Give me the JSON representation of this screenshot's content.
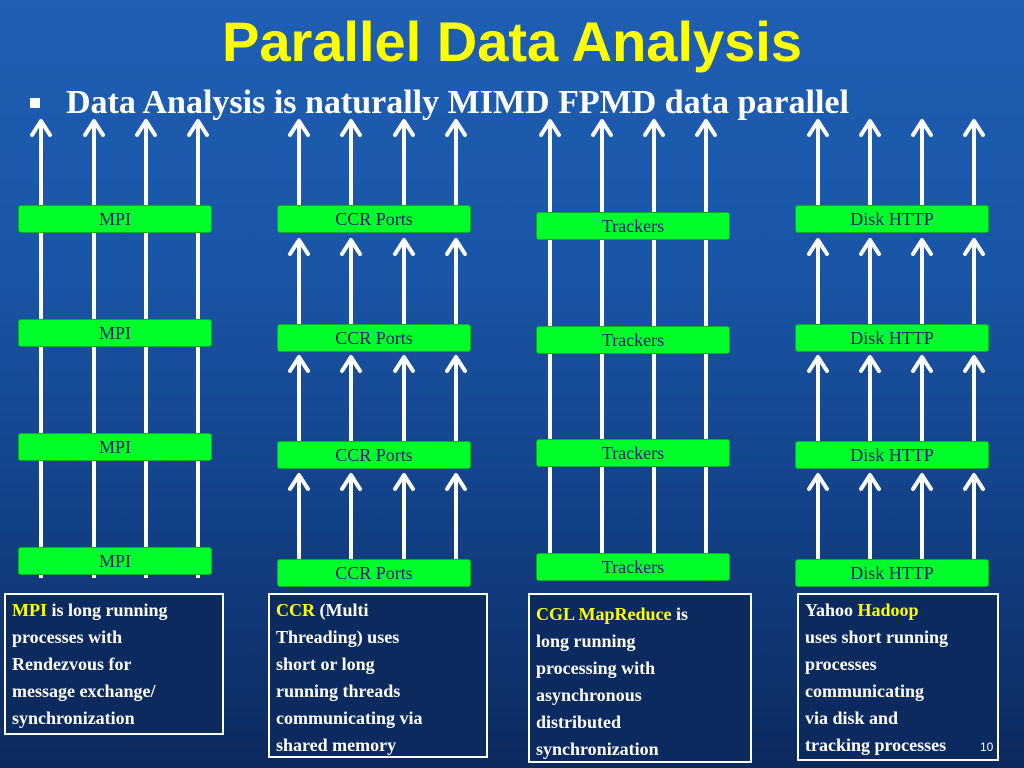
{
  "title": "Parallel Data Analysis",
  "bullet": "Data Analysis is naturally MIMD FPMD data parallel",
  "columns": [
    {
      "box_label": "MPI",
      "boxes": [
        "MPI",
        "MPI",
        "MPI",
        "MPI"
      ],
      "desc_highlight": "MPI",
      "desc_rest": " is long running\nprocesses with\nRendezvous  for\nmessage exchange/\nsynchronization"
    },
    {
      "box_label": "CCR Ports",
      "boxes": [
        "CCR Ports",
        "CCR Ports",
        "CCR Ports",
        "CCR Ports"
      ],
      "desc_highlight": "CCR",
      "desc_rest": " (Multi\nThreading) uses\nshort or long\nrunning threads\ncommunicating via\nshared memory"
    },
    {
      "box_label": "Trackers",
      "boxes": [
        "Trackers",
        "Trackers",
        "Trackers",
        "Trackers"
      ],
      "desc_highlight": "CGL MapReduce",
      "desc_rest": "  is\nlong running\nprocessing  with\nasynchronous\ndistributed\nsynchronization"
    },
    {
      "box_label": "Disk HTTP",
      "boxes": [
        "Disk HTTP",
        "Disk HTTP",
        "Disk HTTP",
        "Disk HTTP"
      ],
      "desc_prefix": "Yahoo ",
      "desc_highlight": "Hadoop",
      "desc_rest": "\nuses short running\nprocesses\ncommunicating\nvia disk and\ntracking processes"
    }
  ],
  "page_number": "10"
}
